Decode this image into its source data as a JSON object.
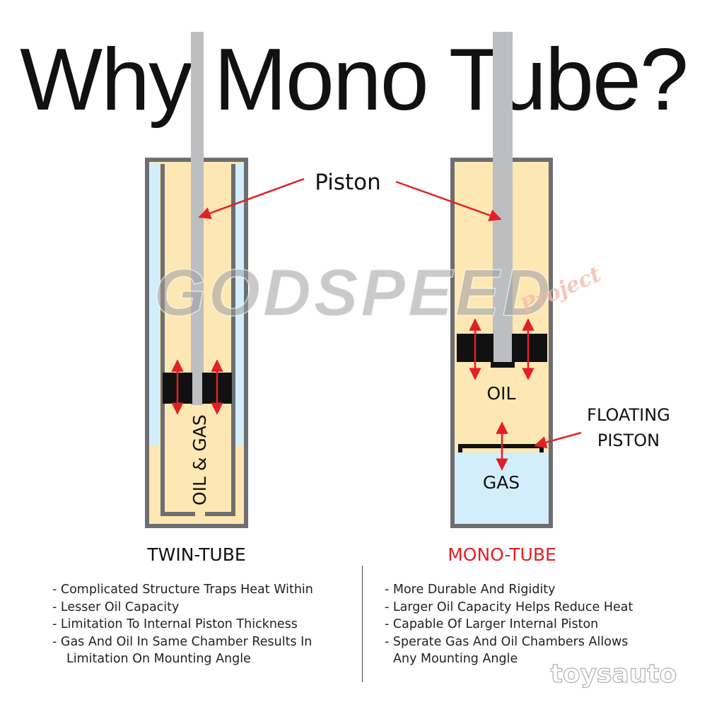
{
  "title": "Why Mono Tube?",
  "labels": {
    "piston": "Piston",
    "oil_gas": "OIL & GAS",
    "oil": "OIL",
    "gas": "GAS",
    "floating_line1": "FLOATING",
    "floating_line2": "PISTON"
  },
  "watermarks": {
    "godspeed": "GODSPEED",
    "project": "Project",
    "toysauto": "toysauto"
  },
  "twin": {
    "heading": "TWIN-TUBE",
    "bullets": [
      "- Complicated Structure Traps Heat Within",
      "- Lesser Oil Capacity",
      "- Limitation To Internal Piston Thickness",
      "- Gas And Oil In Same Chamber Results In"
    ],
    "bullet_cont": "Limitation On Mounting Angle"
  },
  "mono": {
    "heading": "MONO-TUBE",
    "bullets": [
      "- More Durable And Rigidity",
      "- Larger Oil Capacity Helps Reduce Heat",
      "- Capable Of Larger Internal Piston",
      "- Sperate Gas And Oil Chambers Allows"
    ],
    "bullet_cont": "Any Mounting Angle"
  },
  "colors": {
    "oil": "#fde7b3",
    "gas": "#d3eefb",
    "tube_wall": "#6d6e71",
    "rod": "#bcbec0",
    "arrow": "#e31f26",
    "accent_red": "#e31f26"
  }
}
